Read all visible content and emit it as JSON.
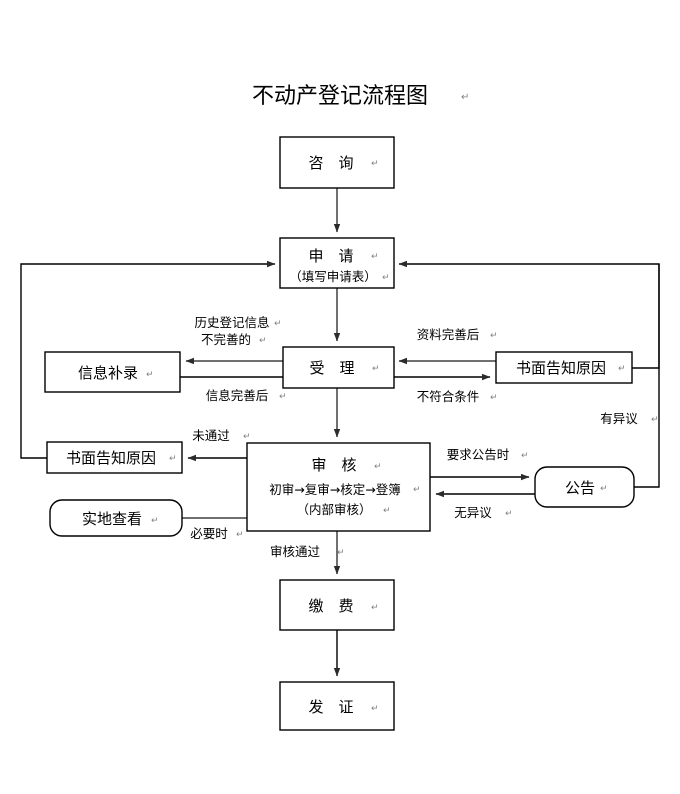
{
  "title": {
    "text": "不动产登记流程图",
    "return_mark": "↵"
  },
  "colors": {
    "background": "#ffffff",
    "box_stroke": "#000000",
    "edge_stroke": "#404040",
    "text": "#000000",
    "return_mark": "#808080"
  },
  "nodes": {
    "consult": {
      "label": "咨　询",
      "shape": "rect",
      "return_mark": "↵"
    },
    "apply": {
      "label": "申　请",
      "sub": "（填写申请表）",
      "shape": "rect",
      "return_mark": "↵",
      "sub_return_mark": "↵"
    },
    "accept": {
      "label": "受　理",
      "shape": "rect",
      "return_mark": "↵"
    },
    "info_fill": {
      "label": "信息补录",
      "shape": "rect",
      "return_mark": "↵"
    },
    "notice_right": {
      "label": "书面告知原因",
      "shape": "rect",
      "return_mark": "↵"
    },
    "notice_left": {
      "label": "书面告知原因",
      "shape": "rect",
      "return_mark": "↵"
    },
    "review": {
      "label": "审　核",
      "sub": "初审→复审→核定→登簿",
      "sub2": "（内部审核）",
      "shape": "rect",
      "return_mark": "↵",
      "sub_return_mark": "↵",
      "sub2_return_mark": "↵"
    },
    "site_visit": {
      "label": "实地查看",
      "shape": "rounded",
      "return_mark": "↵"
    },
    "publicity": {
      "label": "公告",
      "shape": "rounded",
      "return_mark": "↵"
    },
    "payment": {
      "label": "缴　费",
      "shape": "rect",
      "return_mark": "↵"
    },
    "issue": {
      "label": "发　证",
      "shape": "rect",
      "return_mark": "↵"
    }
  },
  "edge_labels": {
    "history_info_1": "历史登记信息",
    "history_info_2": "不完善的",
    "info_completed": "信息完善后",
    "material_completed": "资料完善后",
    "not_qualified": "不符合条件",
    "has_objection": "有异议",
    "not_passed": "未通过",
    "require_publicity": "要求公告时",
    "no_objection": "无异议",
    "when_necessary": "必要时",
    "review_passed": "审核通过",
    "return_mark": "↵"
  }
}
